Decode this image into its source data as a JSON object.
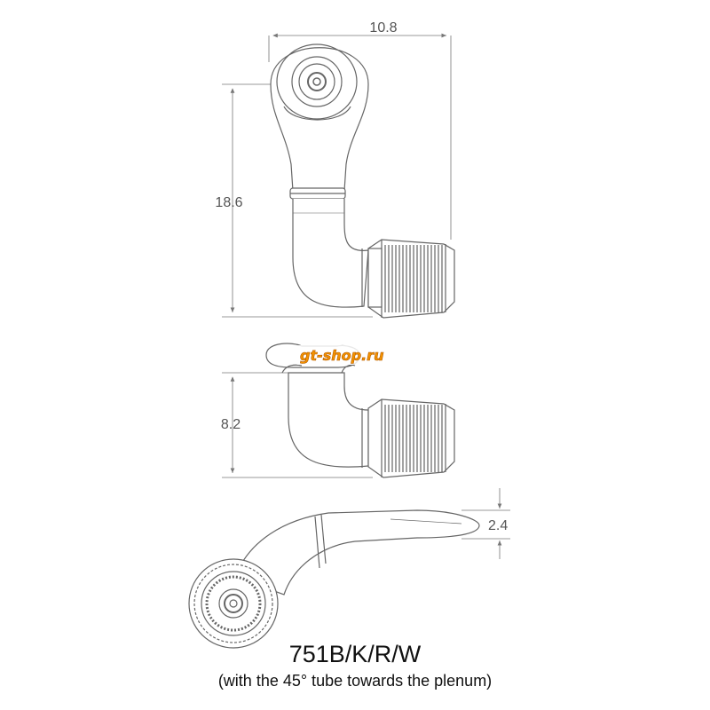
{
  "dimensions": {
    "width_top": "10.8",
    "height_top": "18.6",
    "height_side": "8.2",
    "depth_bottom": "2.4"
  },
  "watermark": {
    "text": "gt-shop.ru"
  },
  "part_number": "751B/K/R/W",
  "caption": "(with the 45° tube towards the plenum)",
  "colors": {
    "line": "#666666",
    "dim_line": "#777777",
    "logo_orange": "#f39200",
    "logo_yellow": "#ffd200",
    "text": "#111111"
  }
}
